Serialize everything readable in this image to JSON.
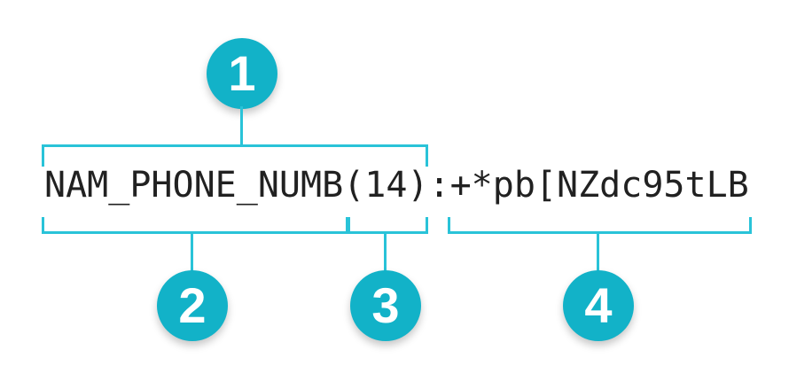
{
  "diagram": {
    "token": {
      "full_text": "NAM_PHONE_NUMB(14):+*pb[NZdc95tLB",
      "segments": [
        {
          "id": "name",
          "text": "NAM_PHONE_NUMB"
        },
        {
          "id": "length",
          "text": "(14)"
        },
        {
          "id": "separator",
          "text": ":"
        },
        {
          "id": "value",
          "text": "+*pb[NZdc95tLB"
        }
      ]
    },
    "callouts": [
      {
        "number": "1",
        "spans": "NAM_PHONE_NUMB(14)",
        "bracket_side": "above"
      },
      {
        "number": "2",
        "spans": "NAM_PHONE_NUMB",
        "bracket_side": "below"
      },
      {
        "number": "3",
        "spans": "(14)",
        "bracket_side": "below"
      },
      {
        "number": "4",
        "spans": "+*pb[NZdc95tLB",
        "bracket_side": "below"
      }
    ],
    "colors": {
      "line_color": "#29c3d8",
      "circle_color": "#12b2c8",
      "token_text_color": "#212121",
      "callout_number_color": "#ffffff",
      "background_color": "#ffffff"
    }
  }
}
